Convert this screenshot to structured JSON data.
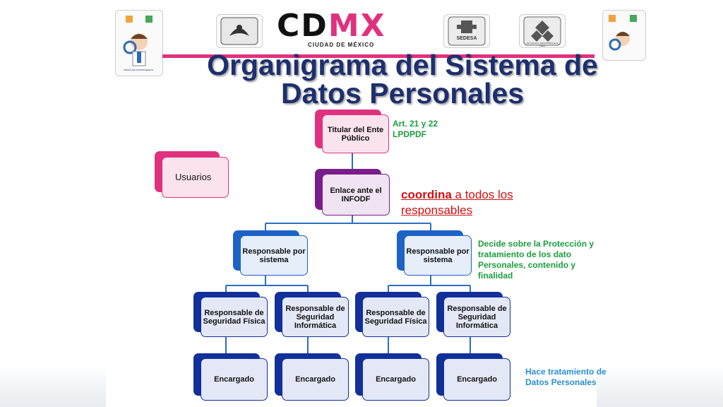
{
  "header": {
    "brand_left": "CD",
    "brand_right": "MX",
    "brand_sub": "CIUDAD DE MÉXICO",
    "badge_sedesa": "SEDESA",
    "badge_small": "Secretaría de Salud Pública de la CDMX",
    "mascot_caption": "UNIDAD DE TRANSPARENCIA",
    "title_line1": "Organigrama del Sistema de",
    "title_line2": "Datos Personales"
  },
  "org": {
    "titular": "Titular del Ente Público",
    "usuarios": "Usuarios",
    "enlace": "Enlace ante el INFODF",
    "resp_sistema_1": "Responsable por sistema",
    "resp_sistema_2": "Responsable por sistema",
    "seg_fisica_1": "Responsable de Seguridad Física",
    "seg_info_1": "Responsable de Seguridad Informática",
    "seg_fisica_2": "Responsable de Seguridad Física",
    "seg_info_2": "Responsable de Seguridad Informática",
    "encargado_1": "Encargado",
    "encargado_2": "Encargado",
    "encargado_3": "Encargado",
    "encargado_4": "Encargado"
  },
  "notes": {
    "art": "Art. 21 y 22 LPDPDF",
    "coordina_bold": "coordina",
    "coordina_rest": " a todos los responsables",
    "decide": "Decide sobre la Protección y tratamiento de los dato Personales, contenido y finalidad",
    "hace": "Hace tratamiento de Datos Personales"
  },
  "colors": {
    "pink": "#e0317e",
    "purple": "#7a1c8a",
    "blue": "#1d63c6",
    "navy": "#12309a",
    "title": "#1d2f6e"
  }
}
